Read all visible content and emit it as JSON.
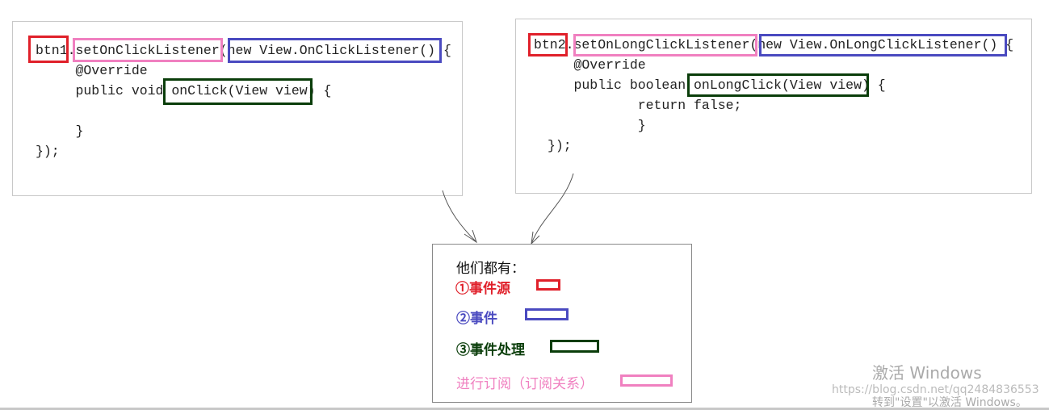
{
  "left_code": {
    "lines": [
      "btn1.setOnClickListener(new View.OnClickListener() {",
      "     @Override",
      "     public void onClick(View view) {",
      "",
      "     }",
      "});"
    ]
  },
  "right_code": {
    "lines": [
      "btn2.setOnLongClickListener(new View.OnLongClickListener() {",
      "     @Override",
      "     public boolean onLongClick(View view) {",
      "             return false;",
      "             }",
      "});"
    ]
  },
  "legend": {
    "title": "他们都有：",
    "items": [
      {
        "label": "①事件源",
        "color": "#e0202a"
      },
      {
        "label": "②事件",
        "color": "#4a4ac0"
      },
      {
        "label": "③事件处理",
        "color": "#0a3d0a"
      },
      {
        "label": "进行订阅（订阅关系）",
        "color": "#f080c0"
      }
    ]
  },
  "watermark": {
    "activate": "激活 Windows",
    "activate_sub": "转到\"设置\"以激活 Windows。",
    "url": "https://blog.csdn.net/qq2484836553"
  }
}
